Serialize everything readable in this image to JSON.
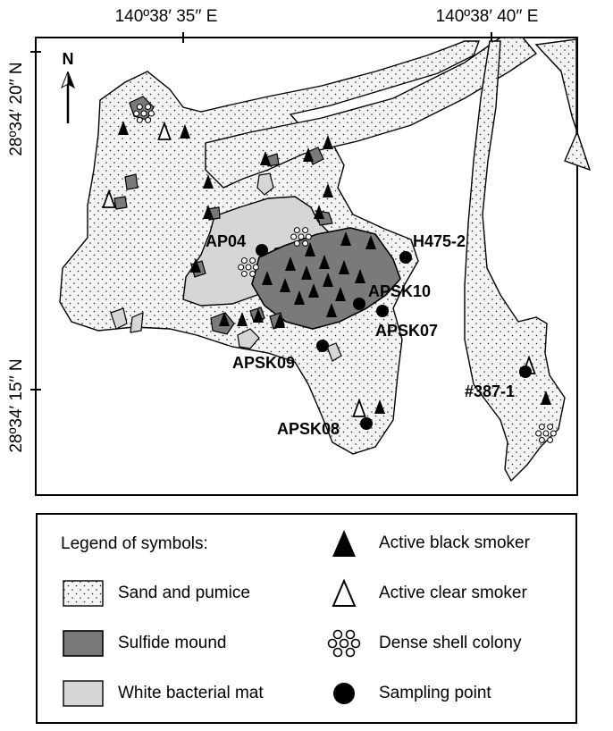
{
  "axes": {
    "longitude_labels": [
      "140º38′ 35′′ E",
      "140º38′ 40′′ E"
    ],
    "latitude_labels": [
      "28º34′ 20′′ N",
      "28º34′ 15′′ N"
    ]
  },
  "north_label": "N",
  "sites": [
    {
      "label": "AP04"
    },
    {
      "label": "H475-2"
    },
    {
      "label": "APSK10"
    },
    {
      "label": "APSK07"
    },
    {
      "label": "APSK09"
    },
    {
      "label": "APSK08"
    },
    {
      "label": "#387-1"
    }
  ],
  "legend": {
    "title": "Legend of symbols:",
    "items": [
      {
        "label": "Sand and pumice",
        "symbol": "stippled-area"
      },
      {
        "label": "Sulfide mound",
        "symbol": "dark-gray-area"
      },
      {
        "label": "White bacterial mat",
        "symbol": "light-gray-area"
      },
      {
        "label": "Active black smoker",
        "symbol": "filled-triangle"
      },
      {
        "label": "Active clear smoker",
        "symbol": "open-triangle"
      },
      {
        "label": "Dense shell colony",
        "symbol": "circle-cluster"
      },
      {
        "label": "Sampling point",
        "symbol": "filled-circle"
      }
    ]
  },
  "colors": {
    "sand": "#f4f4f4",
    "sulfide": "#7a7a7a",
    "mat": "#d6d6d6",
    "stroke": "#000000"
  }
}
